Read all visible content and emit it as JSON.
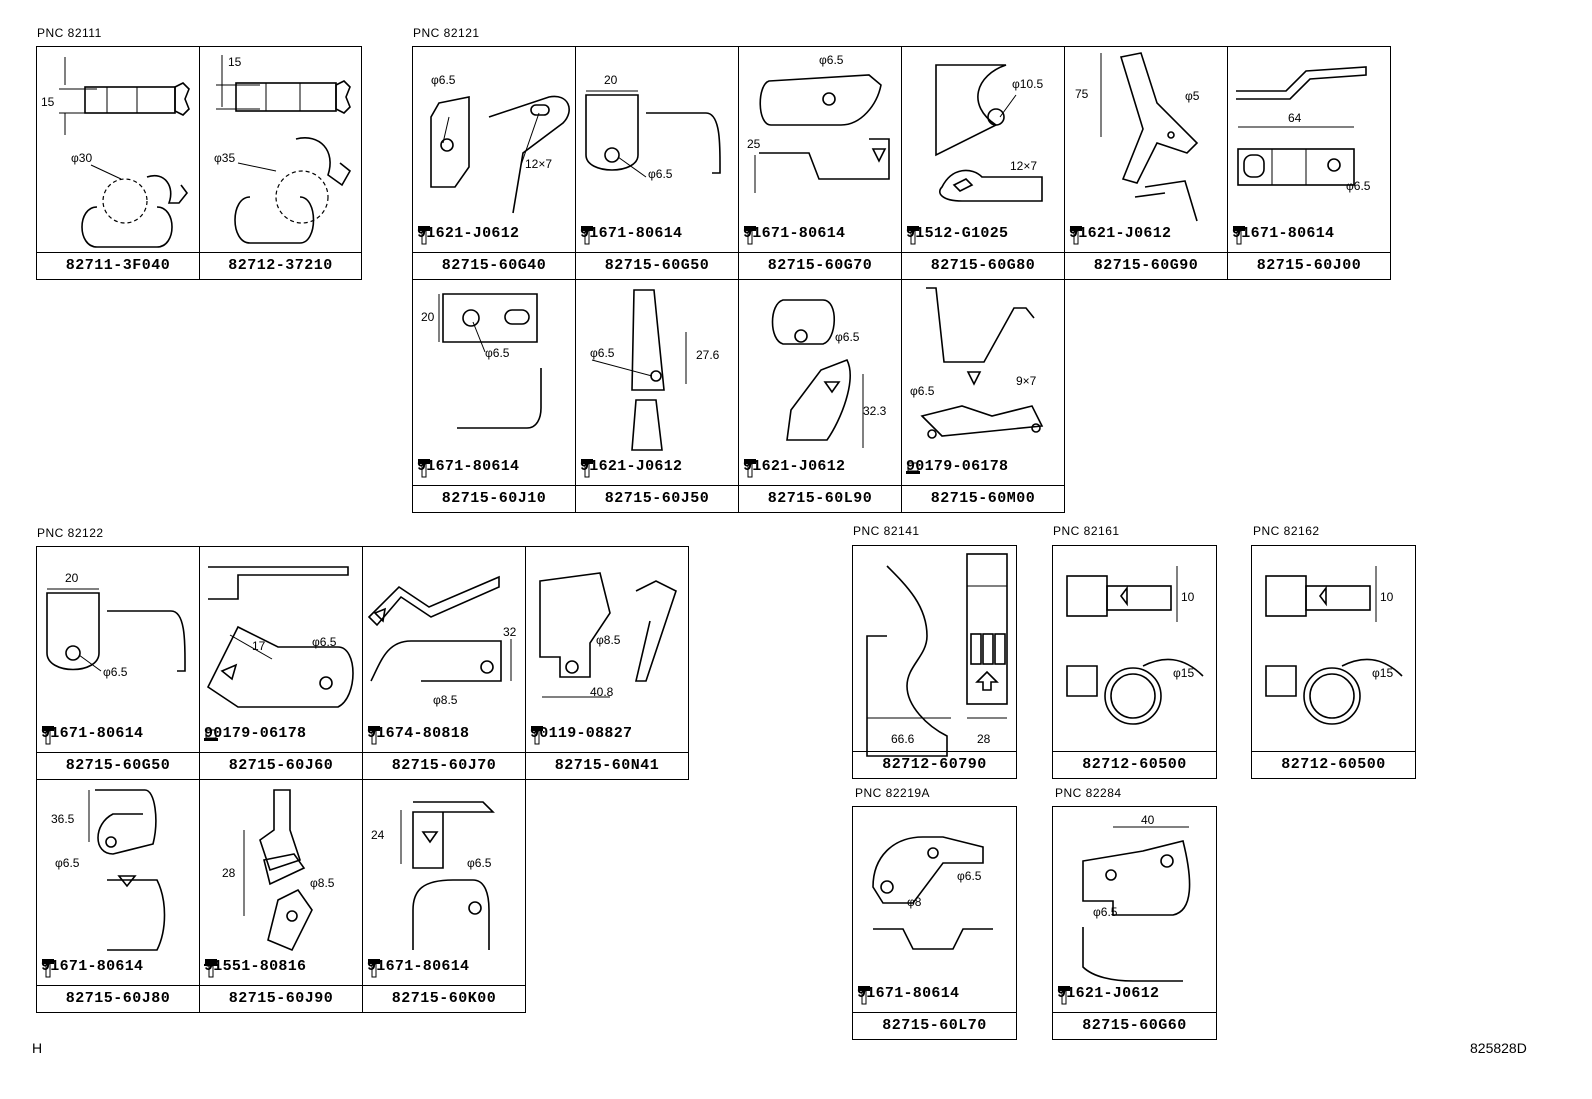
{
  "pnc_labels": {
    "g1": "PNC 82111",
    "g2": "PNC 82121",
    "g3": "PNC 82122",
    "g4": "PNC 82141",
    "g5": "PNC 82161",
    "g6": "PNC 82162",
    "g7": "PNC 82219A",
    "g8": "PNC 82284"
  },
  "cells": {
    "c01": {
      "part": "82711-3F040",
      "dims": [
        "15",
        "φ30"
      ]
    },
    "c02": {
      "part": "82712-37210",
      "dims": [
        "15",
        "φ35"
      ]
    },
    "c03": {
      "part": "82715-60G40",
      "bolt": "91621-J0612",
      "dims": [
        "φ6.5",
        "12×7"
      ]
    },
    "c04": {
      "part": "82715-60G50",
      "bolt": "91671-80614",
      "dims": [
        "20",
        "φ6.5"
      ]
    },
    "c05": {
      "part": "82715-60G70",
      "bolt": "91671-80614",
      "dims": [
        "φ6.5",
        "25"
      ]
    },
    "c06": {
      "part": "82715-60G80",
      "bolt": "91512-G1025",
      "dims": [
        "φ10.5",
        "12×7"
      ]
    },
    "c07": {
      "part": "82715-60G90",
      "bolt": "91621-J0612",
      "dims": [
        "75",
        "φ5"
      ]
    },
    "c08": {
      "part": "82715-60J00",
      "bolt": "91671-80614",
      "dims": [
        "64",
        "φ6.5"
      ]
    },
    "c09": {
      "part": "82715-60J10",
      "bolt": "91671-80614",
      "dims": [
        "20",
        "φ6.5"
      ]
    },
    "c10": {
      "part": "82715-60J50",
      "bolt": "91621-J0612",
      "dims": [
        "φ6.5",
        "27.6"
      ]
    },
    "c11": {
      "part": "82715-60L90",
      "bolt": "91621-J0612",
      "dims": [
        "φ6.5",
        "32.3"
      ]
    },
    "c12": {
      "part": "82715-60M00",
      "bolt": "90179-06178",
      "dims": [
        "φ6.5",
        "9×7"
      ]
    },
    "c13": {
      "part": "82715-60G50",
      "bolt": "91671-80614",
      "dims": [
        "20",
        "φ6.5"
      ]
    },
    "c14": {
      "part": "82715-60J60",
      "bolt": "90179-06178",
      "dims": [
        "17",
        "φ6.5"
      ]
    },
    "c15": {
      "part": "82715-60J70",
      "bolt": "91674-80818",
      "dims": [
        "32",
        "φ8.5"
      ]
    },
    "c16": {
      "part": "82715-60N41",
      "bolt": "90119-08827",
      "dims": [
        "φ8.5",
        "40.8"
      ]
    },
    "c17": {
      "part": "82715-60J80",
      "bolt": "91671-80614",
      "dims": [
        "36.5",
        "φ6.5"
      ]
    },
    "c18": {
      "part": "82715-60J90",
      "bolt": "91551-80816",
      "dims": [
        "28",
        "φ8.5"
      ]
    },
    "c19": {
      "part": "82715-60K00",
      "bolt": "91671-80614",
      "dims": [
        "24",
        "φ6.5"
      ]
    },
    "c20": {
      "part": "82712-60790",
      "dims": [
        "66.6",
        "28"
      ]
    },
    "c21": {
      "part": "82712-60500",
      "dims": [
        "10",
        "φ15"
      ]
    },
    "c22": {
      "part": "82712-60500",
      "dims": [
        "10",
        "φ15"
      ]
    },
    "c23": {
      "part": "82715-60L70",
      "bolt": "91671-80614",
      "dims": [
        "φ6.5",
        "φ8"
      ]
    },
    "c24": {
      "part": "82715-60G60",
      "bolt": "91621-J0612",
      "dims": [
        "40",
        "φ6.5"
      ]
    }
  },
  "footer": {
    "left": "H",
    "right": "825828D"
  }
}
